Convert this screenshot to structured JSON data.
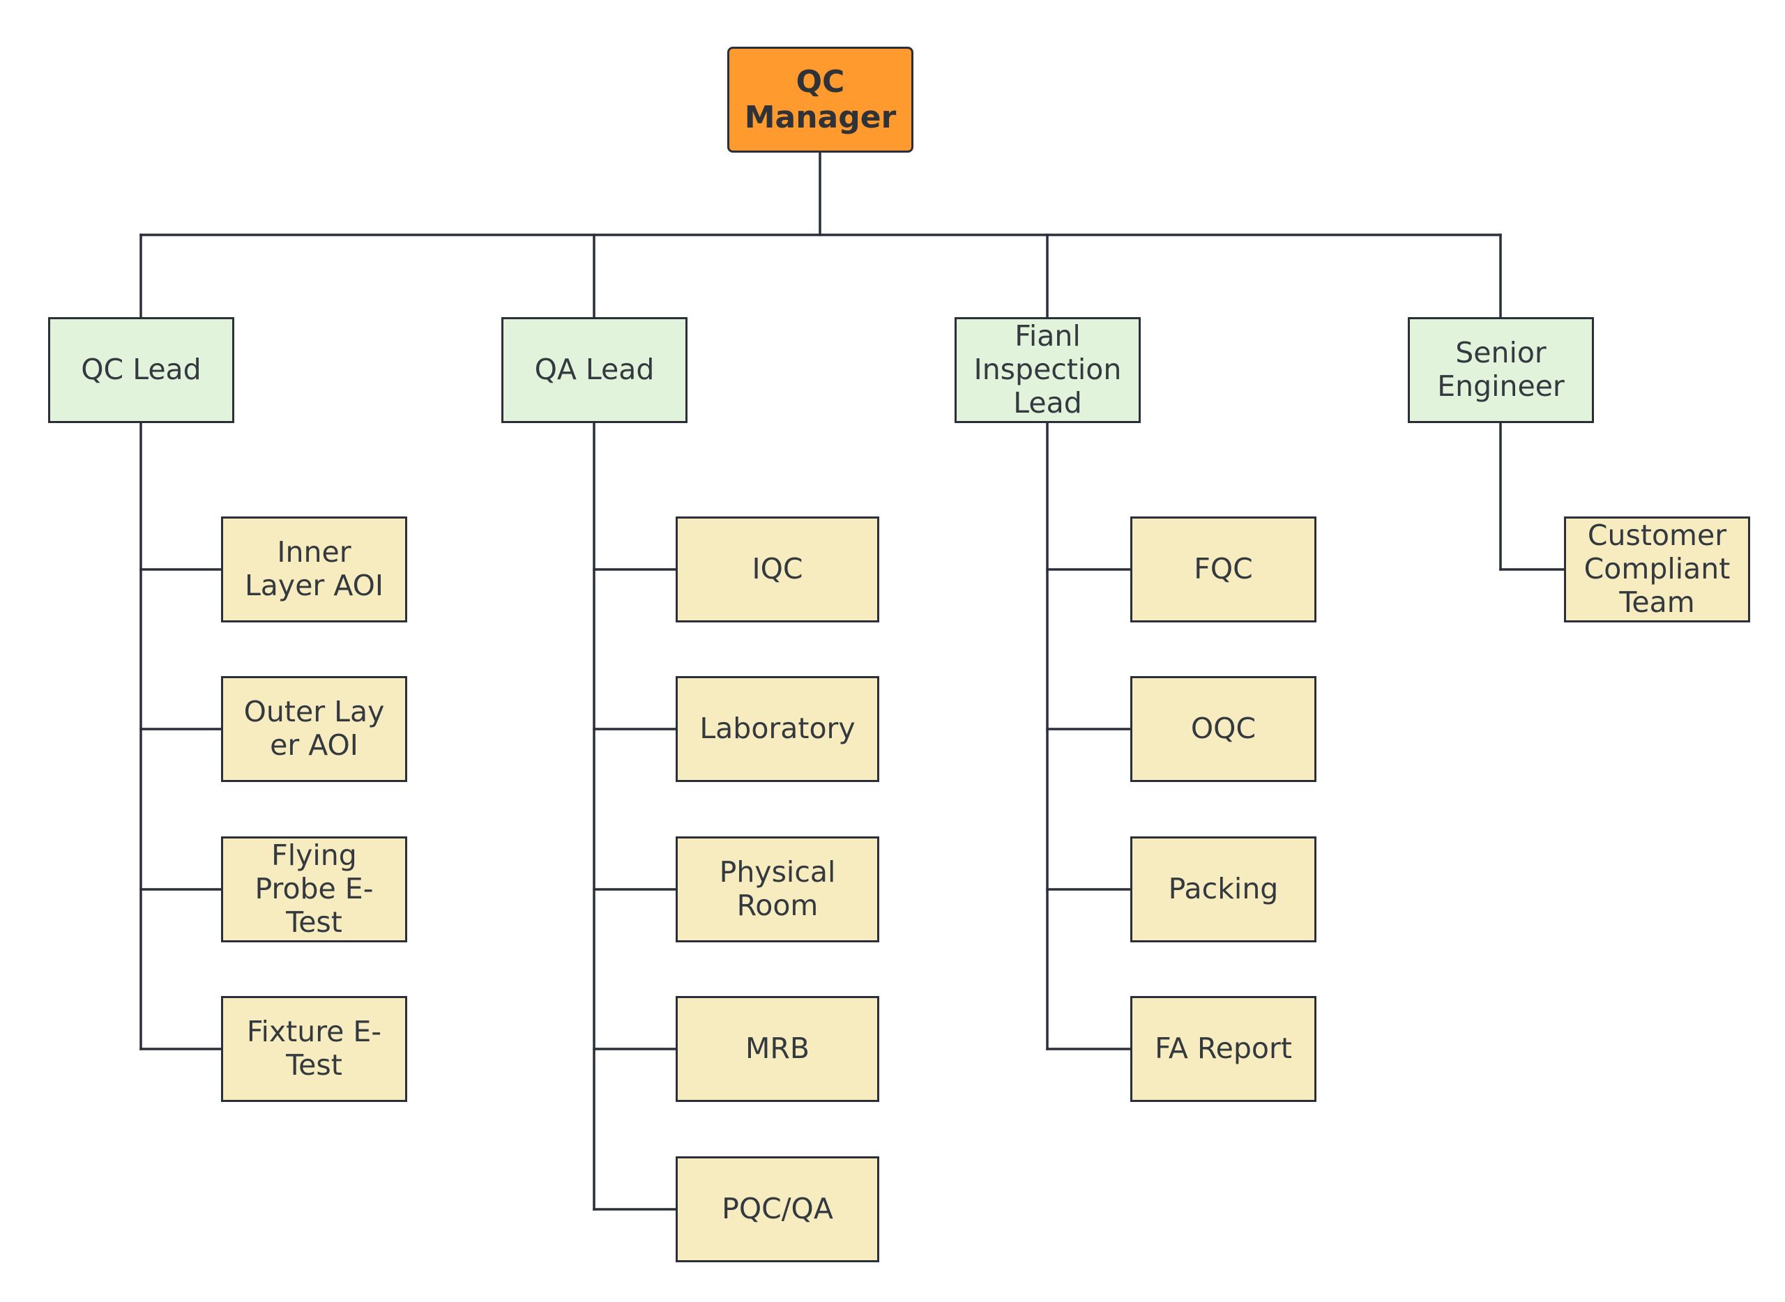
{
  "root": {
    "label": "QC\nManager",
    "color": "#ff9a2f"
  },
  "leads": [
    {
      "label": "QC Lead",
      "children": [
        "Inner\nLayer AOI",
        "Outer Lay\ner AOI",
        "Flying\nProbe E-\nTest",
        "Fixture E-\nTest"
      ]
    },
    {
      "label": "QA Lead",
      "children": [
        "IQC",
        "Laboratory",
        "Physical\nRoom",
        "MRB",
        "PQC/QA"
      ]
    },
    {
      "label": "Fianl\nInspection\nLead",
      "children": [
        "FQC",
        "OQC",
        "Packing",
        "FA Report"
      ]
    },
    {
      "label": "Senior\nEngineer",
      "children": [
        "Customer\nCompliant\nTeam"
      ]
    }
  ],
  "colors": {
    "lead_fill": "#e2f3dc",
    "leaf_fill": "#f6ecbf",
    "line": "#2a2f3a"
  }
}
